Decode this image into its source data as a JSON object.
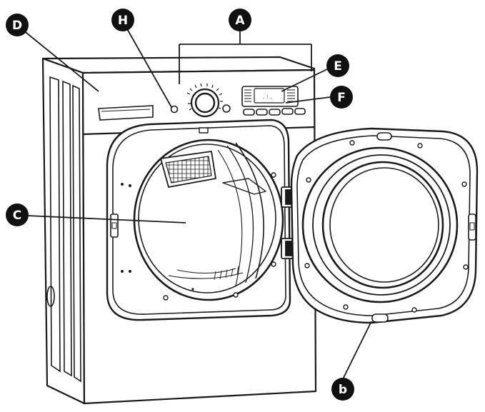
{
  "diagram": {
    "callouts": {
      "a": "A",
      "b": "b",
      "c": "C",
      "d": "D",
      "e": "E",
      "f": "F",
      "h": "H"
    },
    "colors": {
      "stroke": "#1a1a1a",
      "callout_fill": "#111111",
      "callout_text": "#ffffff",
      "background": "#ffffff"
    }
  }
}
